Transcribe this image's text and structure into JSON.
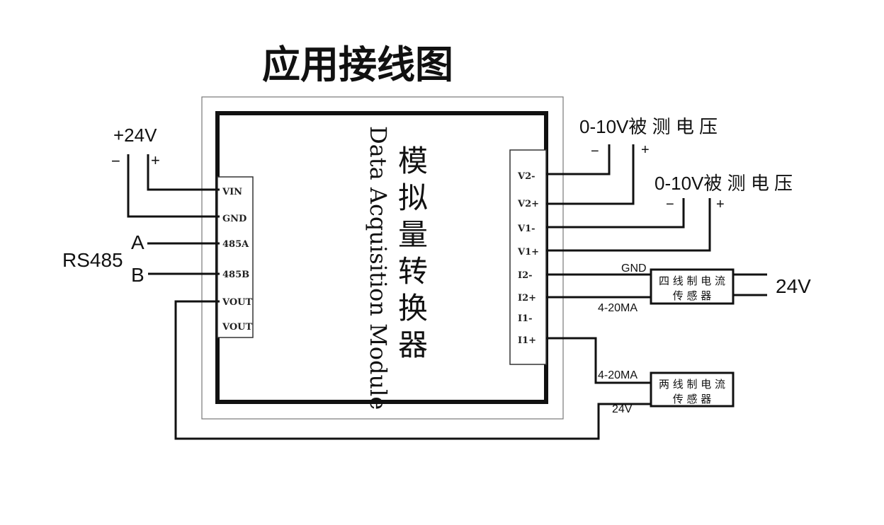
{
  "title": "应用接线图",
  "module": {
    "name_cn": "模拟量转换器",
    "name_en": "Data Acquisition Module",
    "left_pins": [
      "VIN",
      "GND",
      "485A",
      "485B",
      "VOUT",
      "VOUT"
    ],
    "right_pins": [
      "V2-",
      "V2+",
      "V1-",
      "V1+",
      "I2-",
      "I2+",
      "I1-",
      "I1+"
    ]
  },
  "power": {
    "label": "+24V",
    "minus": "−",
    "plus": "+"
  },
  "rs485": {
    "label": "RS485",
    "a": "A",
    "b": "B"
  },
  "voltage_inputs": [
    {
      "label": "0-10V被 测 电 压",
      "minus": "−",
      "plus": "+"
    },
    {
      "label": "0-10V被 测 电 压",
      "minus": "−",
      "plus": "+"
    }
  ],
  "four_wire_sensor": {
    "line1": "四 线 制 电 流",
    "line2": "传 感 器",
    "gnd": "GND",
    "signal": "4-20MA",
    "supply": "24V"
  },
  "two_wire_sensor": {
    "line1": "两 线 制 电 流",
    "line2": "传 感 器",
    "signal": "4-20MA",
    "supply": "24V"
  }
}
